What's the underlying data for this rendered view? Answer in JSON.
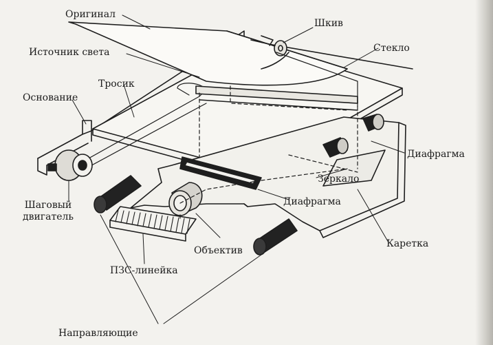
{
  "diagram": {
    "labels": {
      "original": "Оригинал",
      "pulley": "Шкив",
      "light_source": "Источник света",
      "glass": "Стекло",
      "cable": "Тросик",
      "base": "Основание",
      "diaphragm_right": "Диафрагма",
      "mirror": "Зеркало",
      "diaphragm_center": "Диафрагма",
      "stepper_motor": "Шаговый двигатель",
      "lens": "Объектив",
      "carriage": "Каретка",
      "ccd_line": "ПЗС-линейка",
      "guides": "Направляющие"
    },
    "ink_color": "#1e1e1e",
    "paper_color": "#f3f2ee"
  }
}
